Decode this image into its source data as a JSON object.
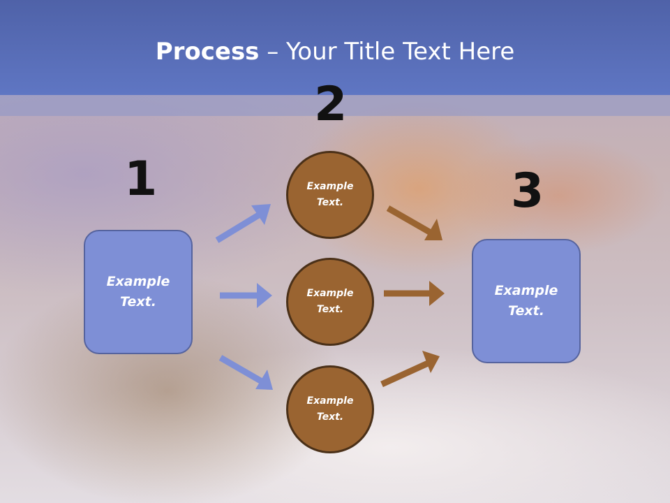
{
  "title": {
    "bold": "Process",
    "rest": " – Your Title Text Here"
  },
  "steps": {
    "one": {
      "number": "1",
      "text": "Example\nText."
    },
    "two": {
      "number": "2",
      "circles": [
        {
          "text": "Example\nText."
        },
        {
          "text": "Example\nText."
        },
        {
          "text": "Example\nText."
        }
      ]
    },
    "three": {
      "number": "3",
      "text": "Example\nText."
    }
  },
  "colors": {
    "header": "#5f76c3",
    "box_fill": "#7e8fd6",
    "circle_fill": "#9a6431",
    "blue_arrow": "#7e8fd6",
    "brown_arrow": "#9a6431"
  }
}
